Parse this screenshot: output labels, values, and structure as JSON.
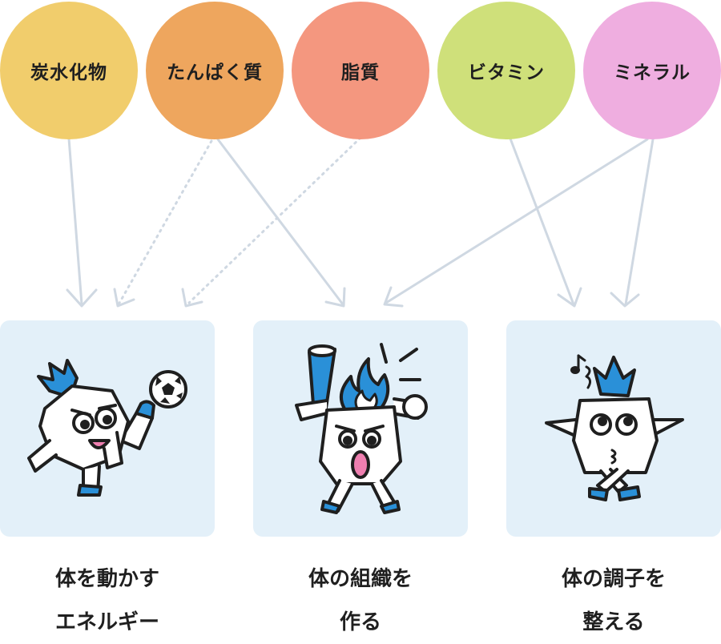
{
  "nutrients": [
    {
      "label": "炭水化物",
      "color": "#f1cd6c"
    },
    {
      "label": "たんぱく質",
      "color": "#eea65e"
    },
    {
      "label": "脂質",
      "color": "#f4977f"
    },
    {
      "label": "ビタミン",
      "color": "#cfe07a"
    },
    {
      "label": "ミネラル",
      "color": "#efaee0"
    }
  ],
  "functions": [
    {
      "line1": "体を動かす",
      "line2": "エネルギー"
    },
    {
      "line1": "体の組織を",
      "line2": "作る"
    },
    {
      "line1": "体の調子を",
      "line2": "整える"
    }
  ],
  "colors": {
    "arrow": "#cfd8e2",
    "panel": "#e3f0f9",
    "character_blue": "#2a90d8",
    "character_outline": "#1f1f1f",
    "mouth_pink": "#ef7fb0"
  }
}
